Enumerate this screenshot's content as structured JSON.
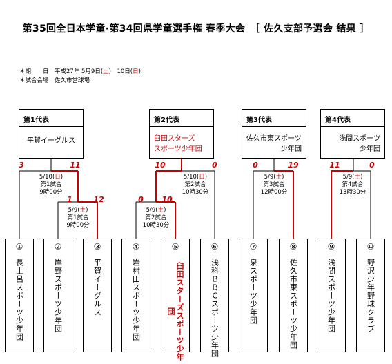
{
  "title": "第35回全日本学童·第34回県学童選手権 春季大会　［ 佐久支部予選会 結果 ］",
  "info": {
    "dates_prefix": "＊期　　日　平成27年 5月9日(",
    "dates_d1": "土",
    "dates_mid": ")　10日(",
    "dates_d2": "日",
    "dates_suffix": ")",
    "venue": "＊試合会場　佐久市営球場"
  },
  "representatives": [
    {
      "header": "第1代表",
      "line1": "平賀イーグルス",
      "line2": "",
      "red": false
    },
    {
      "header": "第2代表",
      "line1": "臼田スターズ",
      "line2": "スポーツ少年団",
      "red": true
    },
    {
      "header": "第3代表",
      "line1": "佐久市東スポーツ",
      "line2": "少年団",
      "red": false
    },
    {
      "header": "第4代表",
      "line1": "浅間スポーツ",
      "line2": "少年団",
      "red": false
    }
  ],
  "games": [
    {
      "date": "5/10(",
      "day": "日",
      "close": ")",
      "game": "第1試合",
      "time": "9時00分",
      "s1": "3",
      "s2": "11"
    },
    {
      "date": "5/9(",
      "day": "土",
      "close": ")",
      "game": "第1試合",
      "time": "9時00分",
      "s1": "1",
      "s2": "12"
    },
    {
      "date": "5/10(",
      "day": "日",
      "close": ")",
      "game": "第2試合",
      "time": "10時30分",
      "s1": "10",
      "s2": "0"
    },
    {
      "date": "5/9(",
      "day": "土",
      "close": ")",
      "game": "第2試合",
      "time": "10時30分",
      "s1": "0",
      "s2": "10"
    },
    {
      "date": "5/9(",
      "day": "土",
      "close": ")",
      "game": "第3試合",
      "time": "12時00分",
      "s1": "0",
      "s2": "19"
    },
    {
      "date": "5/9(",
      "day": "土",
      "close": ")",
      "game": "第4試合",
      "time": "13時30分",
      "s1": "11",
      "s2": "0"
    }
  ],
  "teams": [
    {
      "num": "①",
      "name": "長土呂スポーツ少年団",
      "win": false
    },
    {
      "num": "②",
      "name": "岸野スポーツ少年団",
      "win": false
    },
    {
      "num": "③",
      "name": "平賀イーグルス",
      "win": false
    },
    {
      "num": "④",
      "name": "岩村田スポーツ少年団",
      "win": false
    },
    {
      "num": "⑤",
      "name": "臼田スターズスポーツ少年団",
      "win": true
    },
    {
      "num": "⑥",
      "name": "浅科ＢＢＣスポーツ少年団",
      "win": false
    },
    {
      "num": "⑦",
      "name": "泉スポーツ少年団",
      "win": false
    },
    {
      "num": "⑧",
      "name": "佐久市東スポーツ少年団",
      "win": false
    },
    {
      "num": "⑨",
      "name": "浅間スポーツ少年団",
      "win": false
    },
    {
      "num": "⑩",
      "name": "野沢少年野球クラブ",
      "win": false
    }
  ],
  "colors": {
    "win": "#cc0000",
    "line": "#000000"
  }
}
